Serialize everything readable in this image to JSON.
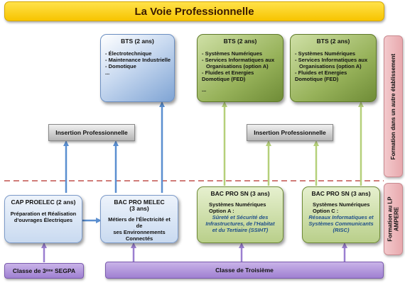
{
  "title": "La Voie Professionnelle",
  "side_labels": {
    "top": "Formation  dans un autre établissement",
    "bottom_line1": "Formation au LP",
    "bottom_line2": "AMPERE"
  },
  "bts_blue": {
    "title": "BTS (2 ans)",
    "items": [
      "- Électrotechnique",
      "- Maintenance Industrielle",
      "- Domotique",
      "..."
    ]
  },
  "bts_green_1": {
    "title": "BTS (2 ans)",
    "items": [
      "- Systèmes Numériques",
      "- Services Informatiques aux",
      "Organisations (option A)",
      "- Fluides et Energies",
      "Domotique (FED)",
      "",
      "..."
    ]
  },
  "bts_green_2": {
    "title": "BTS (2 ans)",
    "items": [
      "- Systèmes Numériques",
      "- Services Informatiques aux",
      "Organisations (option A)",
      "- Fluides et Energies",
      "Domotique (FED)"
    ]
  },
  "insertion_1": "Insertion Professionnelle",
  "insertion_2": "Insertion Professionnelle",
  "cap": {
    "title": "CAP PROELEC (2 ans)",
    "body_line1": "Préparation et Réalisation",
    "body_line2": "d'ouvrages Électriques"
  },
  "bac_melec": {
    "title_line1": "BAC PRO MELEC",
    "title_line2": "(3 ans)",
    "body_line1": "Métiers de l'Électricité et de",
    "body_line2": "ses Environnements",
    "body_line3": "Connectés"
  },
  "bac_sn_a": {
    "title": "BAC PRO SN (3 ans)",
    "line1": "Systèmes Numériques",
    "line2": "Option A :",
    "italic1": "Sûreté et Sécurité des",
    "italic2": "Infrastructures, de l'Habitat",
    "italic3": "et du Tertiaire (SSIHT)"
  },
  "bac_sn_c": {
    "title": "BAC PRO SN (3 ans)",
    "line1": "Systèmes Numériques",
    "line2": "Option C :",
    "italic1": "Réseaux Informatiques et",
    "italic2": "Systèmes Communicants",
    "italic3": "(RISC)"
  },
  "classe_segpa": {
    "prefix": "Classe de 3",
    "sup": "ème",
    "suffix": " SEGPA"
  },
  "classe_troisieme": "Classe de Troisième"
}
